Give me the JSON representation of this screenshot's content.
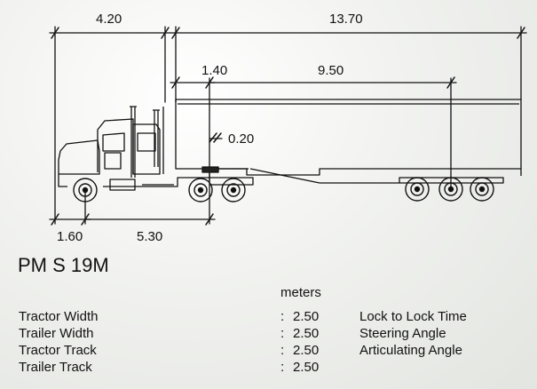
{
  "dimensions": {
    "tractor_length": "4.20",
    "overall_length": "13.70",
    "kingpin_offset": "1.40",
    "trailer_wheelbase": "9.50",
    "fifth_wheel_offset": "0.20",
    "front_overhang": "1.60",
    "tractor_wheelbase": "5.30"
  },
  "vehicle": {
    "title": "PM S 19M"
  },
  "units": "meters",
  "specs": [
    {
      "label": "Tractor Width",
      "colon": ":",
      "value": "2.50"
    },
    {
      "label": "Trailer Width",
      "colon": ":",
      "value": "2.50"
    },
    {
      "label": "Tractor Track",
      "colon": ":",
      "value": "2.50"
    },
    {
      "label": "Trailer Track",
      "colon": ":",
      "value": "2.50"
    }
  ],
  "other_specs": [
    "Lock to Lock Time",
    "Steering Angle",
    "Articulating Angle"
  ],
  "colors": {
    "line": "#111111",
    "background": "#eeefec"
  }
}
